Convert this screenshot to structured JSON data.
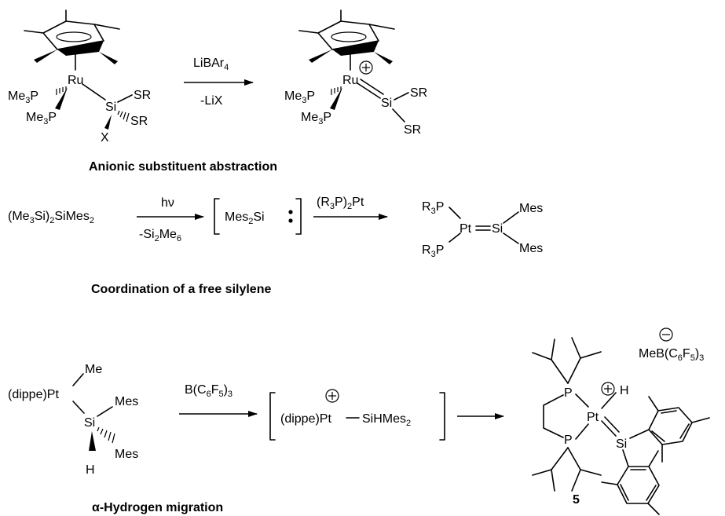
{
  "reactions": {
    "r1": {
      "start": {
        "Ru": "Ru",
        "PMe3_a": "Me",
        "PMe3_a2": "P",
        "PMe3_b": "Me",
        "PMe3_b2": "P",
        "Si": "Si",
        "SR1": "SR",
        "SR2": "SR",
        "X": "X"
      },
      "reagent": "LiBAr",
      "reagent_sub": "4",
      "condition": "-LiX",
      "product": {
        "Ru": "Ru",
        "charge": "+",
        "PMe3_a": "Me",
        "PMe3_a2": "P",
        "PMe3_b": "Me",
        "PMe3_b2": "P",
        "Si": "Si",
        "SR1": "SR",
        "SR2": "SR"
      },
      "caption": "Anionic substituent abstraction"
    },
    "r2": {
      "start": "(Me",
      "start_2": "Si)",
      "start_3": "SiMes",
      "reagent": "hν",
      "condition": "-Si",
      "condition_2": "Me",
      "intermediate": "Mes",
      "intermediate_2": "Si",
      "reagent2": "(R",
      "reagent2_2": "P)",
      "reagent2_3": "Pt",
      "product": {
        "R3P_top": "R",
        "R3P_top_2": "P",
        "R3P_bot": "R",
        "R3P_bot_2": "P",
        "Pt": "Pt",
        "Si": "Si",
        "Mes1": "Mes",
        "Mes2": "Mes"
      },
      "caption": "Coordination of a free silylene"
    },
    "r3": {
      "start": {
        "Pt": "(dippe)Pt",
        "Me": "Me",
        "Si": "Si",
        "Mes1": "Mes",
        "Mes2": "Mes",
        "H": "H"
      },
      "reagent": "B(C",
      "reagent_2": "F",
      "reagent_3": ")",
      "intermediate": "(dippe)Pt",
      "intermediate_2": "SiHMes",
      "counterion": "MeB(C",
      "counterion_2": "F",
      "counterion_3": ")",
      "product": {
        "P1": "P",
        "P2": "P",
        "Pt": "Pt",
        "H": "H",
        "Si": "Si",
        "label": "5"
      },
      "caption": "α-Hydrogen migration"
    }
  }
}
